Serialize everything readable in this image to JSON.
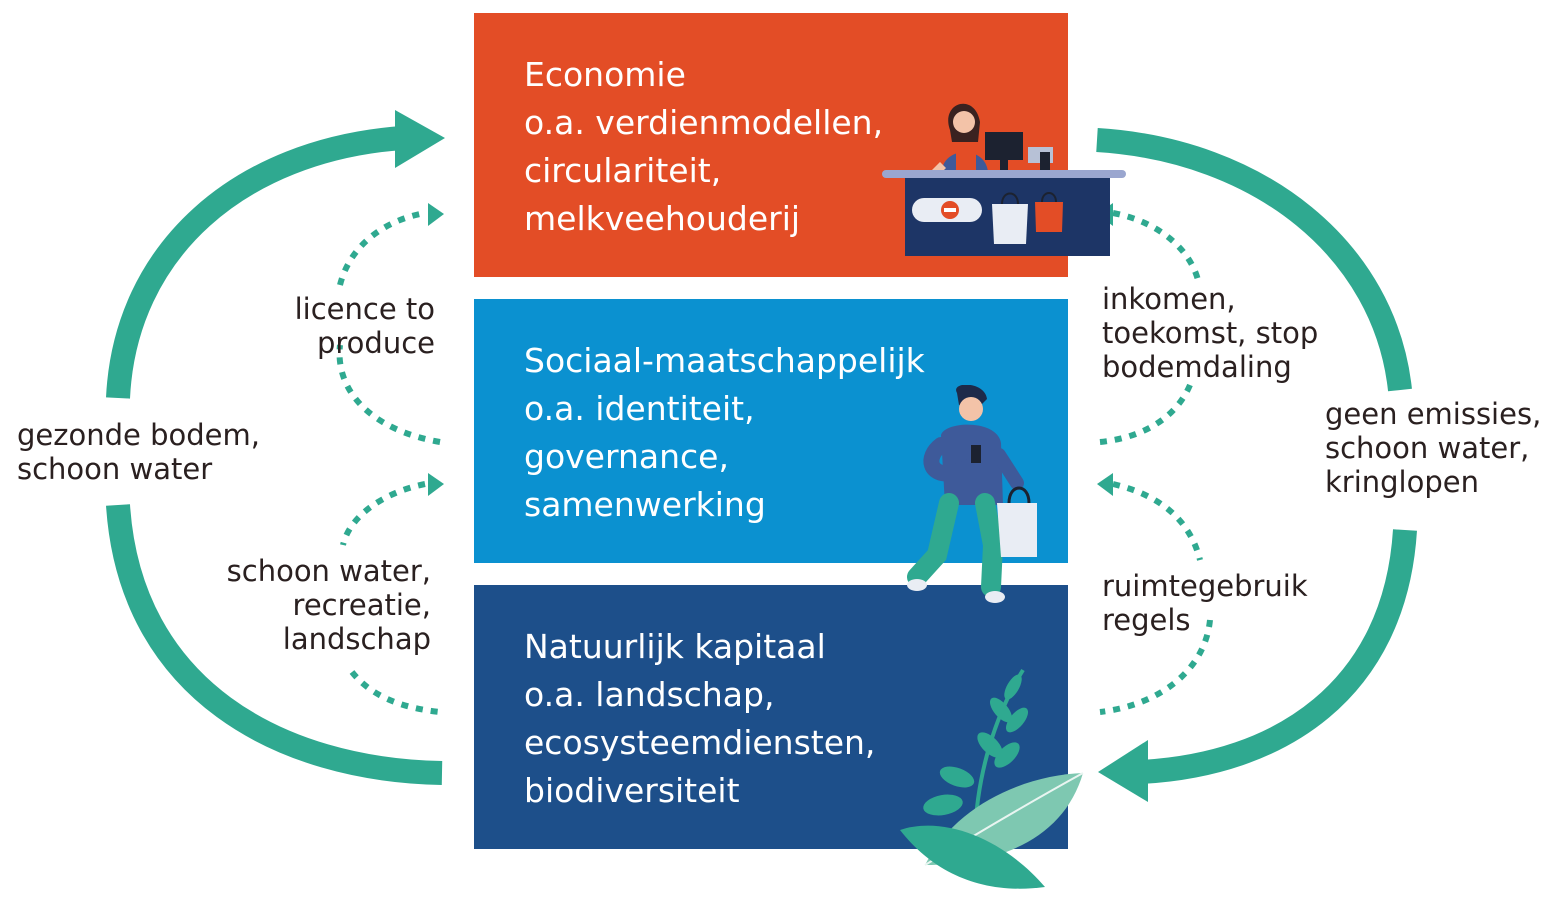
{
  "colors": {
    "economie": "#e34d26",
    "sociaal": "#0b91d0",
    "natuur": "#1d4f8a",
    "arrow": "#2fa990",
    "text": "#2a2020"
  },
  "boxes": {
    "economie": [
      "Economie",
      "o.a. verdienmodellen,",
      "circulariteit,",
      "melkveehouderij"
    ],
    "sociaal": [
      "Sociaal-maatschappelijk",
      "o.a. identiteit,",
      "governance,",
      "samenwerking"
    ],
    "natuur": [
      "Natuurlijk kapitaal",
      "o.a. landschap,",
      "ecosysteemdiensten,",
      "biodiversiteit"
    ]
  },
  "labels": {
    "outer_left": [
      "gezonde bodem,",
      "schoon water"
    ],
    "outer_right": [
      "geen emissies,",
      "schoon water,",
      "kringlopen"
    ],
    "inner_left_top": [
      "licence to",
      "produce"
    ],
    "inner_left_bottom": [
      "schoon water,",
      "recreatie,",
      "landschap"
    ],
    "inner_right_top": [
      "inkomen,",
      "toekomst, stop",
      "bodemdaling"
    ],
    "inner_right_bottom": [
      "ruimtegebruik",
      "regels"
    ]
  },
  "illustrations": {
    "economie": "shopkeeper-counter-illustration",
    "sociaal": "person-shopping-bag-illustration",
    "natuur": "plant-leaves-illustration"
  }
}
